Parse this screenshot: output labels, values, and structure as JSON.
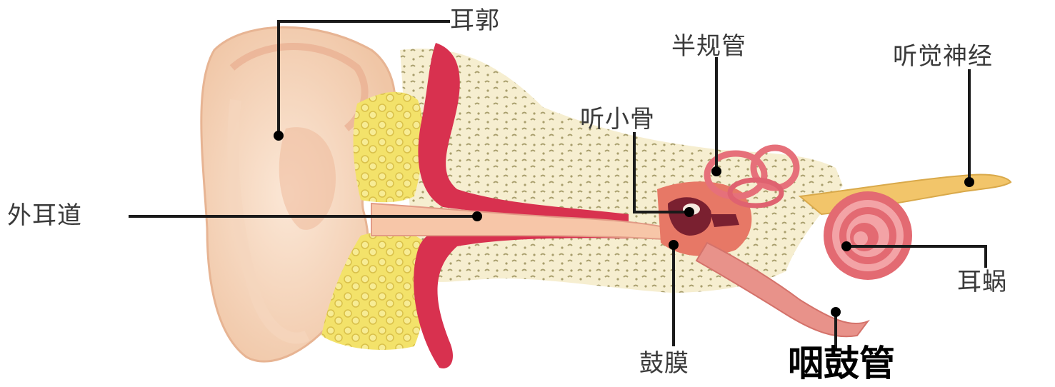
{
  "labels": {
    "auricle": "耳郭",
    "ear_canal": "外耳道",
    "semicircular_canals": "半规管",
    "ossicles": "听小骨",
    "auditory_nerve": "听觉神经",
    "cochlea": "耳蜗",
    "eardrum": "鼓膜",
    "eustachian_tube": "咽鼓管"
  },
  "colors": {
    "skin": "#f9dcc3",
    "skin_shadow": "#eeb99a",
    "cartilage": "#f3e26a",
    "canal_wall": "#d8314f",
    "bone": "#f6eed0",
    "bone_speckle": "#a89e6c",
    "tube": "#e8928a",
    "cochlea": "#e36a72",
    "nerve": "#f2c56a",
    "leader_line": "#1a1a1a"
  }
}
